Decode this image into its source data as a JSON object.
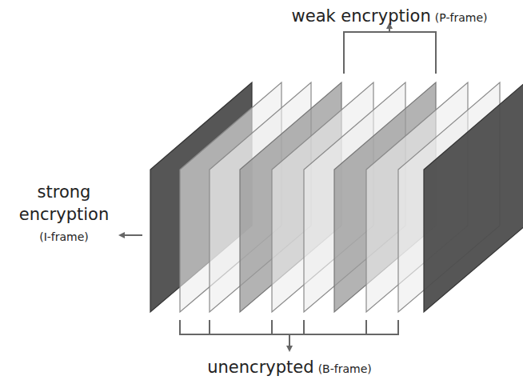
{
  "diagram": {
    "labels": [
      "weak encryption",
      "(P-frame)",
      "strong encryption",
      "(I-frame)",
      "unencrypted",
      "(B-frame)"
    ]
  }
}
